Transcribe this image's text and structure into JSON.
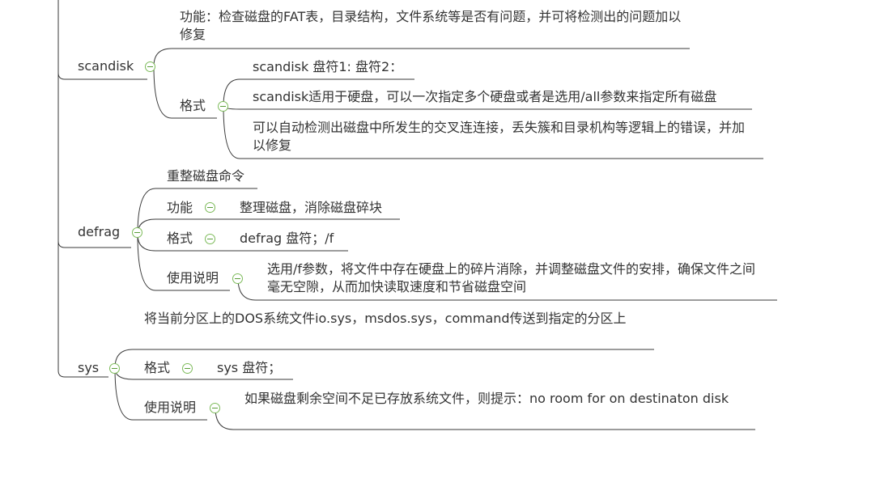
{
  "nodes": {
    "scandisk": {
      "label": "scandisk",
      "func": "功能：检查磁盘的FAT表，目录结构，文件系统等是否有问题，并可将检测出的问题加以修复",
      "format": {
        "label": "格式",
        "items": [
          "scandisk 盘符1: 盘符2：",
          "scandisk适用于硬盘，可以一次指定多个硬盘或者是选用/all参数来指定所有磁盘",
          "可以自动检测出磁盘中所发生的交叉连连接，丢失簇和目录机构等逻辑上的错误，并加以修复"
        ]
      }
    },
    "defrag": {
      "label": "defrag",
      "desc": "重整磁盘命令",
      "func": {
        "label": "功能",
        "value": "整理磁盘，消除磁盘碎块"
      },
      "format": {
        "label": "格式",
        "value": "defrag 盘符；/f"
      },
      "usage": {
        "label": "使用说明",
        "value": "选用/f参数，将文件中存在硬盘上的碎片消除，并调整磁盘文件的安排，确保文件之间毫无空隙，从而加快读取速度和节省磁盘空间"
      }
    },
    "sys": {
      "label": "sys",
      "desc": "将当前分区上的DOS系统文件io.sys，msdos.sys，command传送到指定的分区上",
      "format": {
        "label": "格式",
        "value": "sys 盘符；"
      },
      "usage": {
        "label": "使用说明",
        "value": "如果磁盘剩余空间不足已存放系统文件，则提示：no room for on destinaton disk"
      }
    }
  },
  "colors": {
    "line": "#3a3a3a",
    "toggle_border": "#7dbb5a",
    "toggle_mark": "#5a9e3a",
    "text": "#333333"
  }
}
